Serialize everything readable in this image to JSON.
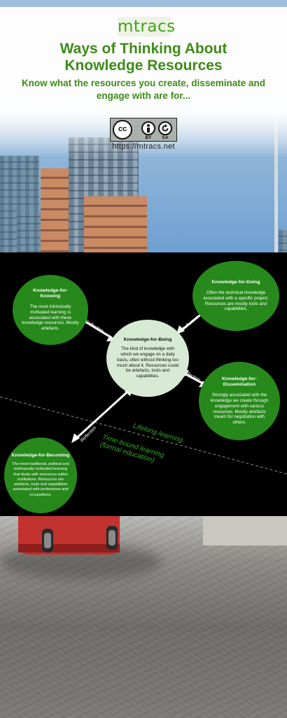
{
  "header": {
    "logo_text": "mtracs",
    "title_line1": "Ways of Thinking About",
    "title_line2": "Knowledge Resources",
    "subtitle": "Know what the resources you create, disseminate and engage with are for...",
    "license": {
      "cc": "cc",
      "by": "BY",
      "sa": "SA"
    },
    "url": "https://mtracs.net"
  },
  "diagram": {
    "nodes": {
      "knowing": {
        "title": "Knowledge-for-Knowing",
        "text": "The most intrinsically motivated learning is associated with these knowledge resources. Mostly artefacts."
      },
      "doing": {
        "title": "Knowledge-for-Doing",
        "text": "Often  the technical knowledge associated with a specific project. Resources are mostly tools and capabilities."
      },
      "being": {
        "title": "Knowledge-for-Being",
        "text": "The kind of knowledge with which we engage on a daily basis, often without thinking too much about it. Resources could be artefacts, tools and capabilities."
      },
      "dissemination": {
        "title": "Knowledge-for-Dissemination",
        "text": "Strongly associated with the knowledge we create through engagement with various resources. Mostly artefacts meant for negotiation with others."
      },
      "becoming": {
        "title": "Knowledge-for-Becoming",
        "text": "The most traditional, political and extrinsically motivated learning that deals with resources within institutions. Resources are artefacts, tools and capabilities associated with professions and occupations."
      }
    },
    "reflection_label": "Reflection",
    "lifelong_label": "Lifelong learning",
    "timebound_label_1": "Time-bound learning",
    "timebound_label_2": "(formal education)"
  },
  "colors": {
    "brand_green": "#3d8b17",
    "node_green": "#27891b",
    "node_pale": "#d7ead3",
    "label_green": "#35a52a",
    "diagram_bg": "#000000"
  },
  "icons": [
    "creative-commons-icon",
    "attribution-icon",
    "share-alike-icon"
  ]
}
